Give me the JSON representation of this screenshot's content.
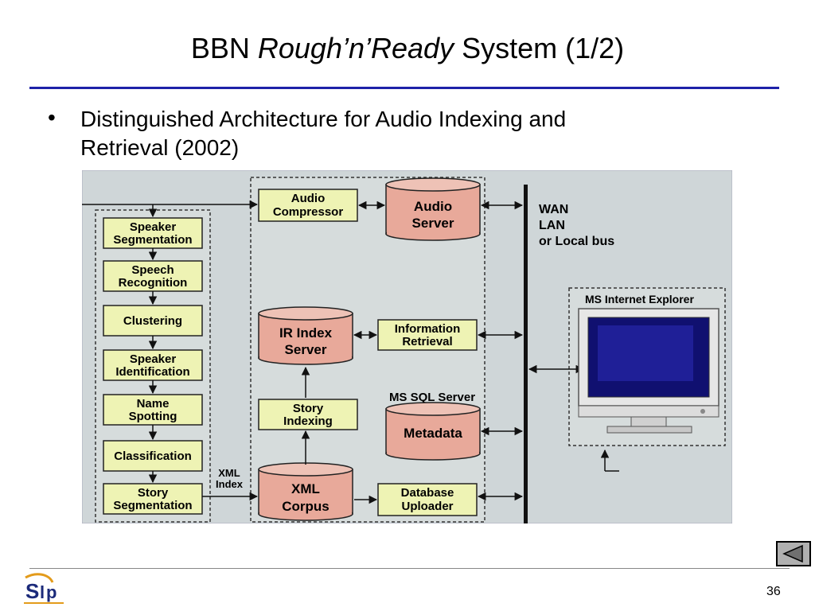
{
  "slide": {
    "title_pre": "BBN ",
    "title_italic": "Rough’n’Ready",
    "title_post": " System (1/2)",
    "bullet_marker": "•",
    "bullet_line1": "Distinguished Architecture for Audio Indexing and",
    "bullet_line2": "Retrieval (2002)",
    "page_number": "36"
  },
  "diagram": {
    "pipeline": {
      "speaker_segmentation": [
        "Speaker",
        "Segmentation"
      ],
      "speech_recognition": [
        "Speech",
        "Recognition"
      ],
      "clustering": "Clustering",
      "speaker_identification": [
        "Speaker",
        "Identification"
      ],
      "name_spotting": [
        "Name",
        "Spotting"
      ],
      "classification": "Classification",
      "story_segmentation": [
        "Story",
        "Segmentation"
      ]
    },
    "xml_index_label": [
      "XML",
      "Index"
    ],
    "audio_compressor": [
      "Audio",
      "Compressor"
    ],
    "audio_server": [
      "Audio",
      "Server"
    ],
    "ir_index_server": [
      "IR Index",
      "Server"
    ],
    "information_retrieval": [
      "Information",
      "Retrieval"
    ],
    "story_indexing": [
      "Story",
      "Indexing"
    ],
    "ms_sql_server": "MS SQL Server",
    "metadata": "Metadata",
    "xml_corpus": [
      "XML",
      "Corpus"
    ],
    "database_uploader": [
      "Database",
      "Uploader"
    ],
    "network": [
      "WAN",
      "LAN",
      "or Local bus"
    ],
    "browser_label": "MS Internet Explorer"
  },
  "colors": {
    "title_rule": "#1e22a8",
    "box_fill": "#eef3b4",
    "cylinder_fill": "#e8a99a",
    "diagram_bg": "#cfd6d8"
  }
}
